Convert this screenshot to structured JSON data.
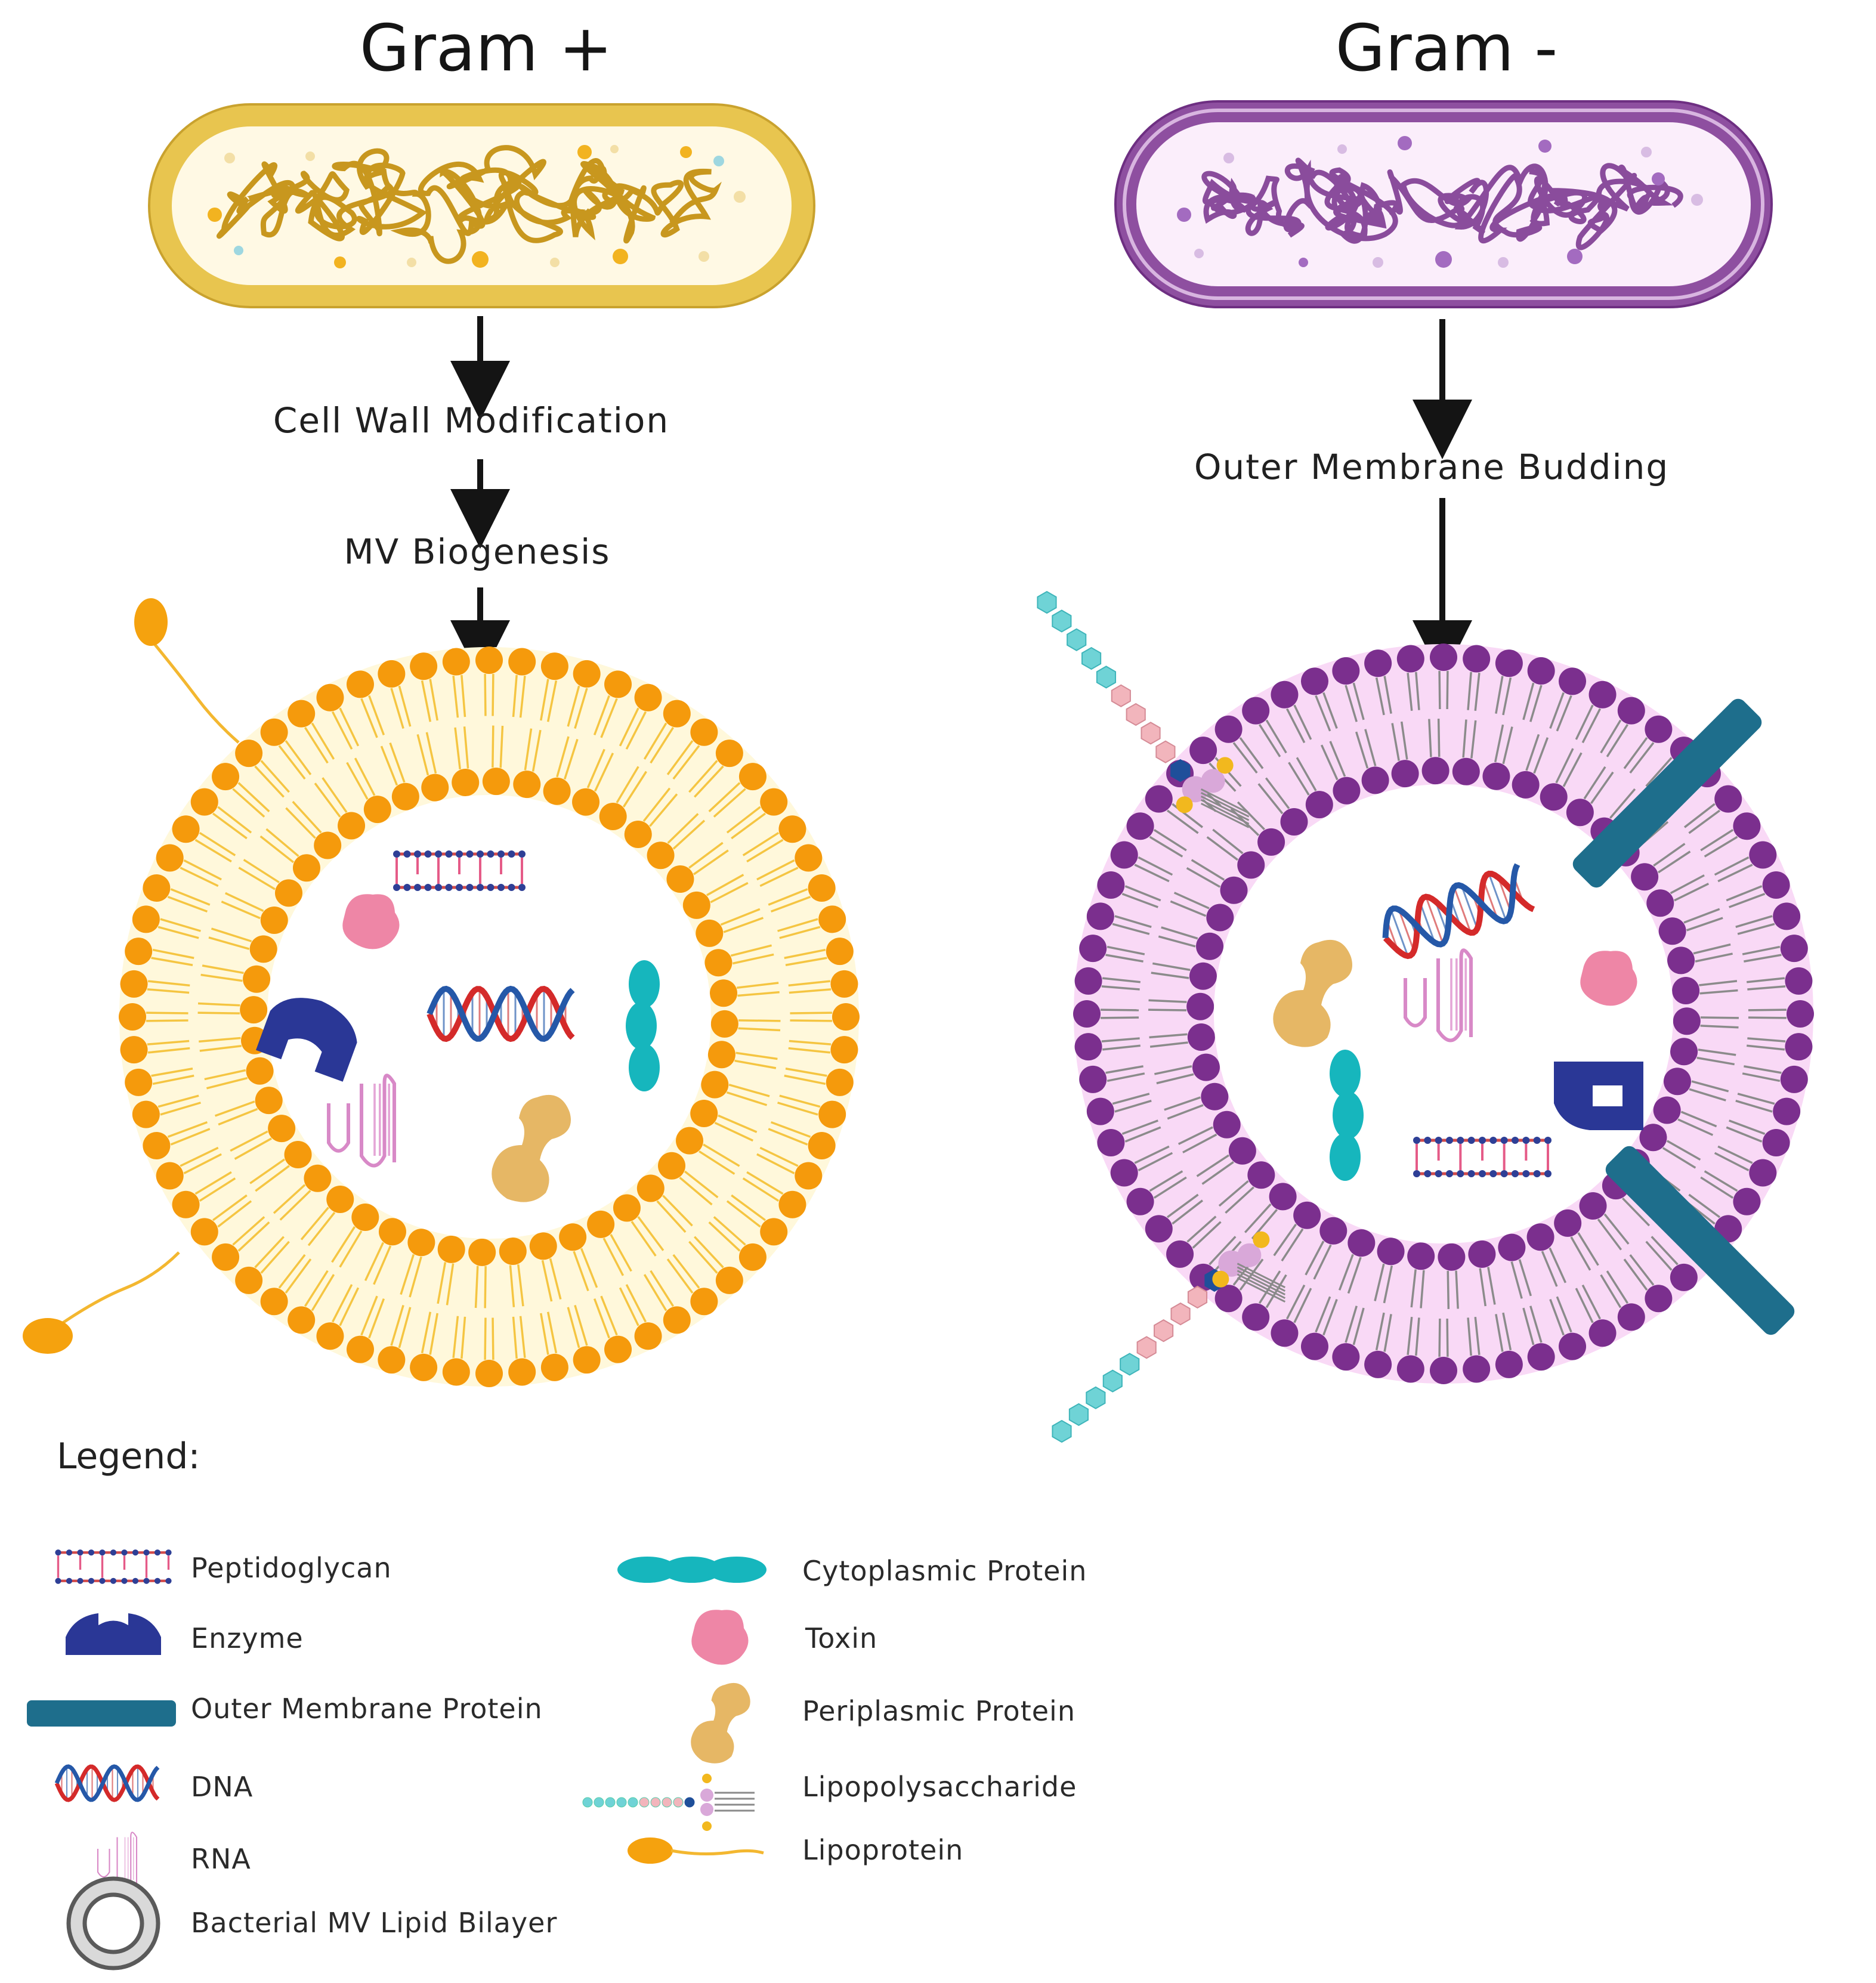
{
  "gram_positive": {
    "title": "Gram +",
    "steps": [
      "Cell Wall Modification",
      "MV Biogenesis"
    ],
    "colors": {
      "membrane": "#F59A0C",
      "wall": "#D9B43E",
      "interior": "#FFF6DC",
      "tail": "#F7C64B"
    }
  },
  "gram_negative": {
    "title": "Gram -",
    "steps": [
      "Outer Membrane Budding"
    ],
    "colors": {
      "membrane": "#7B2F8E",
      "wall": "#9C5AAE",
      "interior": "#FCE6FB",
      "tail": "#6B6B6B"
    }
  },
  "legend": {
    "heading": "Legend:",
    "items": {
      "peptidoglycan": "Peptidoglycan",
      "enzyme": "Enzyme",
      "outer_membrane_protein": "Outer Membrane Protein",
      "dna": "DNA",
      "rna": "RNA",
      "lipid_bilayer": "Bacterial MV Lipid Bilayer",
      "cytoplasmic_protein": "Cytoplasmic Protein",
      "toxin": "Toxin",
      "periplasmic_protein": "Periplasmic Protein",
      "lipopolysaccharide": "Lipopolysaccharide",
      "lipoprotein": "Lipoprotein"
    }
  },
  "palette": {
    "enzyme": "#2A3796",
    "cyto": "#16B6BD",
    "toxin": "#EE86A6",
    "peri": "#E6B765",
    "omp": "#1E6E8C",
    "dna_red": "#D42A2A",
    "dna_blue": "#2558A8",
    "rna": "#D889C7",
    "lps_cyan": "#6FD3D6",
    "lps_pink": "#F2B5BC"
  }
}
